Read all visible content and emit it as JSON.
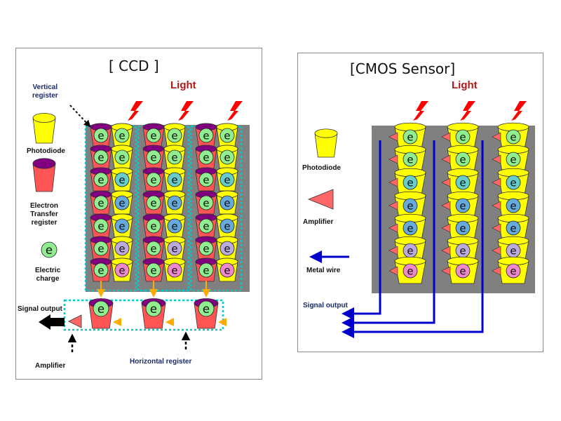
{
  "ccd": {
    "title": "[ CCD ]",
    "light": "Light",
    "legend": {
      "vertical_register": [
        "Vertical",
        "register"
      ],
      "photodiode": "Photodiode",
      "electron_transfer_register": [
        "Electron",
        "Transfer",
        "register"
      ],
      "electric_charge": [
        "Electric",
        "charge"
      ]
    },
    "signal_output": "Signal output",
    "amplifier": "Amplifier",
    "horizontal_register": "Horizontal register",
    "charge_symbol": "e"
  },
  "cmos": {
    "title": "[CMOS Sensor]",
    "light": "Light",
    "legend": {
      "photodiode": "Photodiode",
      "amplifier": "Amplifier",
      "metal_wire": "Metal wire"
    },
    "signal_output": "Signal output",
    "charge_symbol": "e"
  },
  "colors": {
    "photodiode": "#ffff00",
    "transfer_register": "#ff5555",
    "transfer_register_top": "#800080",
    "charge_colors": [
      "#90ee90",
      "#90ee90",
      "#66cccc",
      "#66aadd",
      "#66aadd",
      "#bbaadd",
      "#ee88cc"
    ],
    "light_bolt": "#ff0000",
    "metal_wire": "#0000cc",
    "sensor_bg": "#808080",
    "register_outline": "#00cccc",
    "transfer_arrow": "#ffaa00",
    "amplifier": "#ff6666"
  }
}
